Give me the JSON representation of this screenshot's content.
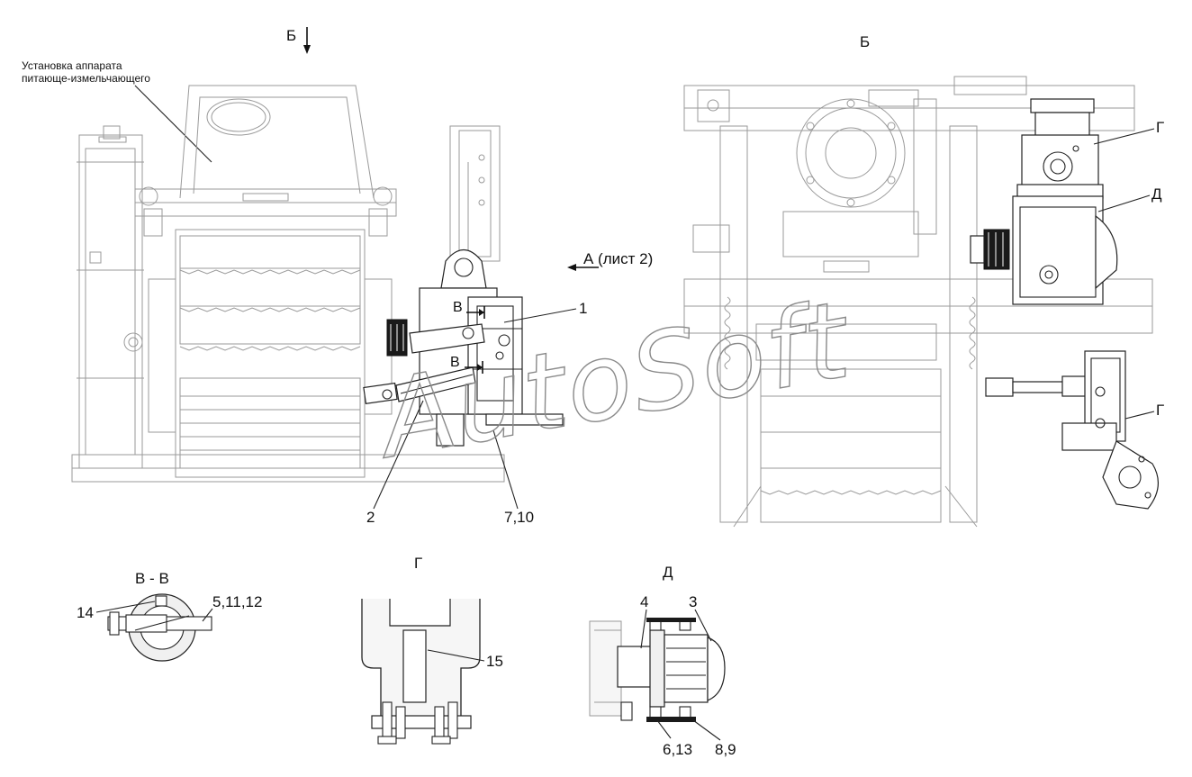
{
  "watermark": "AutoSoft",
  "view_left": {
    "arrow_label": "Б",
    "caption_line1": "Установка аппарата",
    "caption_line2": "питающе-измельчающего",
    "arrow_a_label": "А (лист 2)",
    "section_marker": "В",
    "callouts": [
      "1",
      "2",
      "7,10"
    ]
  },
  "view_right": {
    "title": "Б",
    "callouts": [
      "Г",
      "Д",
      "Г"
    ]
  },
  "detail_vv": {
    "title": "В - В",
    "callouts": [
      "14",
      "5,11,12"
    ]
  },
  "detail_g": {
    "title": "Г",
    "callouts": [
      "15"
    ]
  },
  "detail_d": {
    "title": "Д",
    "callouts": [
      "4",
      "3",
      "6,13",
      "8,9"
    ]
  }
}
